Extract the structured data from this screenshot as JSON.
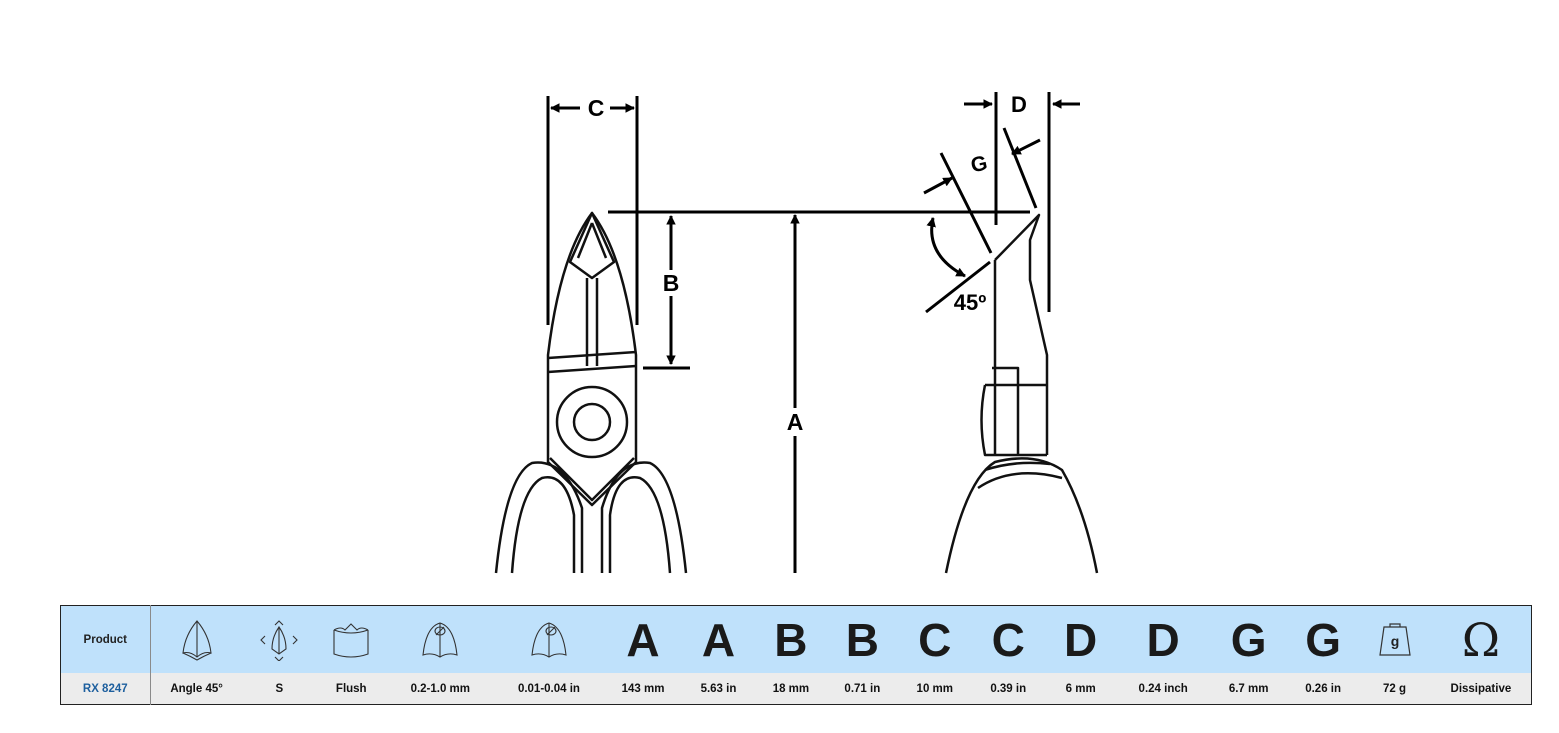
{
  "diagram": {
    "labels": {
      "a": "A",
      "b": "B",
      "c": "C",
      "d": "D",
      "g": "G",
      "angle": "45º"
    }
  },
  "table": {
    "header": {
      "product": "Product",
      "icons": [
        "cutter-head-icon",
        "cutting-edge-icon",
        "flush-cut-icon",
        "copper-wire-capacity-icon",
        "wire-capacity-inch-icon"
      ],
      "letters": [
        "A",
        "A",
        "B",
        "B",
        "C",
        "C",
        "D",
        "D",
        "G",
        "G"
      ],
      "weight_icon_glyph": "g",
      "omega": "Ω"
    },
    "row": {
      "product": "RX 8247",
      "head_type": "Angle 45°",
      "edge": "S",
      "cut": "Flush",
      "capacity_mm": "0.2-1.0 mm",
      "capacity_in": "0.01-0.04 in",
      "a_mm": "143 mm",
      "a_in": "5.63 in",
      "b_mm": "18 mm",
      "b_in": "0.71 in",
      "c_mm": "10 mm",
      "c_in": "0.39 in",
      "d_mm": "6 mm",
      "d_in": "0.24 inch",
      "g_mm": "6.7 mm",
      "g_in": "0.26 in",
      "weight": "72 g",
      "esd": "Dissipative"
    }
  }
}
